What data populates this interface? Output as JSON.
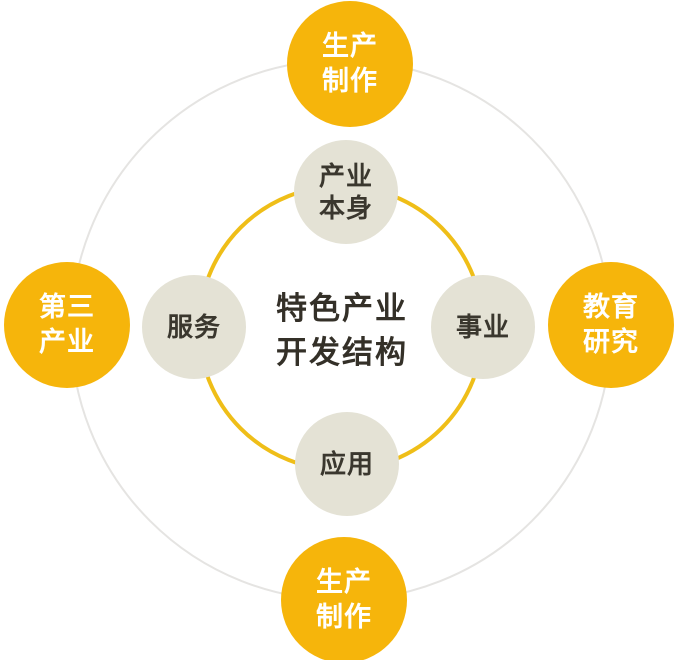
{
  "diagram": {
    "center": {
      "title": "特色产业\n开发结构"
    },
    "inner_ring": {
      "color": "#efbe18",
      "nodes": {
        "top": "产业\n本身",
        "right": "事业",
        "bottom": "应用",
        "left": "服务"
      }
    },
    "outer_ring": {
      "color": "#e5e4e2",
      "nodes": {
        "top": "生产\n制作",
        "right": "教育\n研究",
        "bottom": "生产\n制作",
        "left": "第三\n产业"
      }
    },
    "colors": {
      "outer_node_fill": "#f6b50b",
      "inner_node_fill": "#e4e2d5",
      "outer_node_text": "#ffffff",
      "inner_node_text": "#3a372e",
      "center_text": "#343028"
    }
  }
}
